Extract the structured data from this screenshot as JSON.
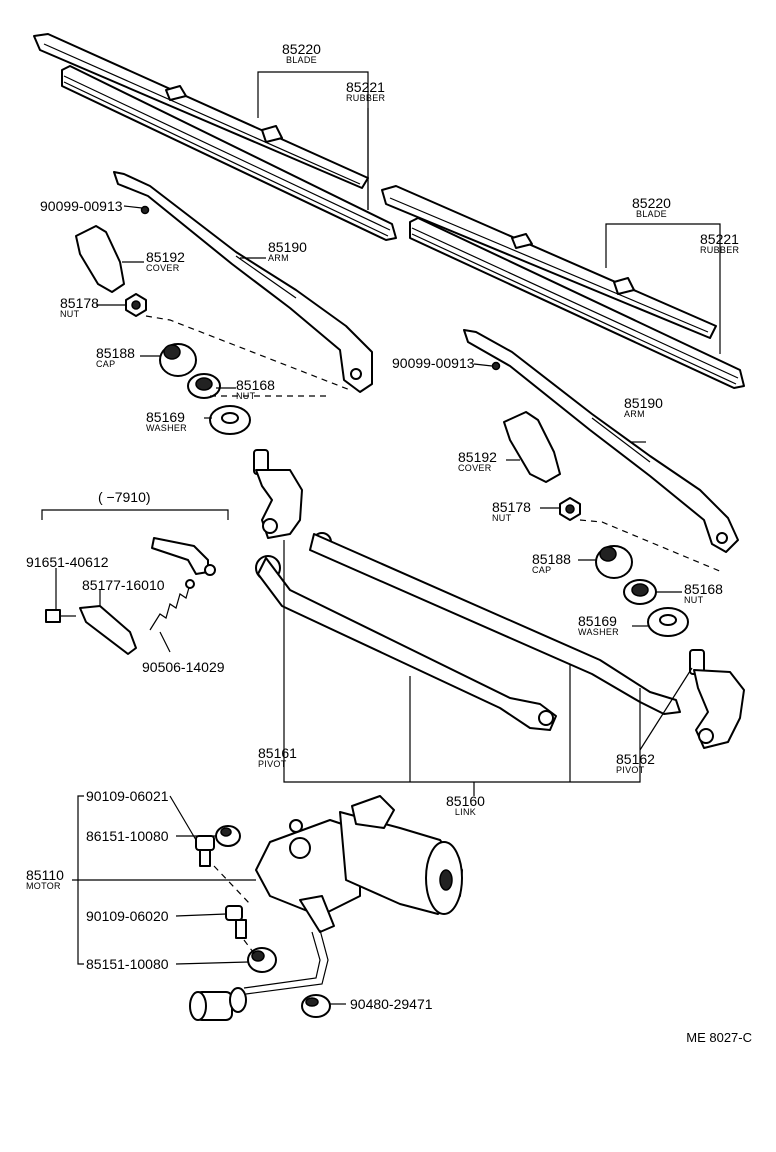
{
  "parts": {
    "blade_left": {
      "number": "85220",
      "name": "BLADE"
    },
    "rubber_left": {
      "number": "85221",
      "name": "RUBBER"
    },
    "blade_right": {
      "number": "85220",
      "name": "BLADE"
    },
    "rubber_right": {
      "number": "85221",
      "name": "RUBBER"
    },
    "screw_left": {
      "number": "90099-00913"
    },
    "screw_right": {
      "number": "90099-00913"
    },
    "cover_left": {
      "number": "85192",
      "name": "COVER"
    },
    "cover_right": {
      "number": "85192",
      "name": "COVER"
    },
    "arm_left": {
      "number": "85190",
      "name": "ARM"
    },
    "arm_right": {
      "number": "85190",
      "name": "ARM"
    },
    "nut_left": {
      "number": "85178",
      "name": "NUT"
    },
    "nut_right": {
      "number": "85178",
      "name": "NUT"
    },
    "cap_left": {
      "number": "85188",
      "name": "CAP"
    },
    "cap_right": {
      "number": "85188",
      "name": "CAP"
    },
    "nut2_left": {
      "number": "85168",
      "name": "NUT"
    },
    "nut2_right": {
      "number": "85168",
      "name": "NUT"
    },
    "washer_left": {
      "number": "85169",
      "name": "WASHER"
    },
    "washer_right": {
      "number": "85169",
      "name": "WASHER"
    },
    "inset_range": "(       −7910)",
    "bolt_inset": {
      "number": "91651-40612"
    },
    "bracket_inset": {
      "number": "85177-16010"
    },
    "spring_inset": {
      "number": "90506-14029"
    },
    "pivot_left": {
      "number": "85161",
      "name": "PIVOT"
    },
    "pivot_right": {
      "number": "85162",
      "name": "PIVOT"
    },
    "link": {
      "number": "85160",
      "name": "LINK"
    },
    "motor": {
      "number": "85110",
      "name": "MOTOR"
    },
    "bolt1": {
      "number": "90109-06021"
    },
    "grommet1": {
      "number": "86151-10080"
    },
    "bolt2": {
      "number": "90109-06020"
    },
    "grommet2": {
      "number": "85151-10080"
    },
    "grommet3": {
      "number": "90480-29471"
    }
  },
  "drawing_code": "ME  8027-C"
}
